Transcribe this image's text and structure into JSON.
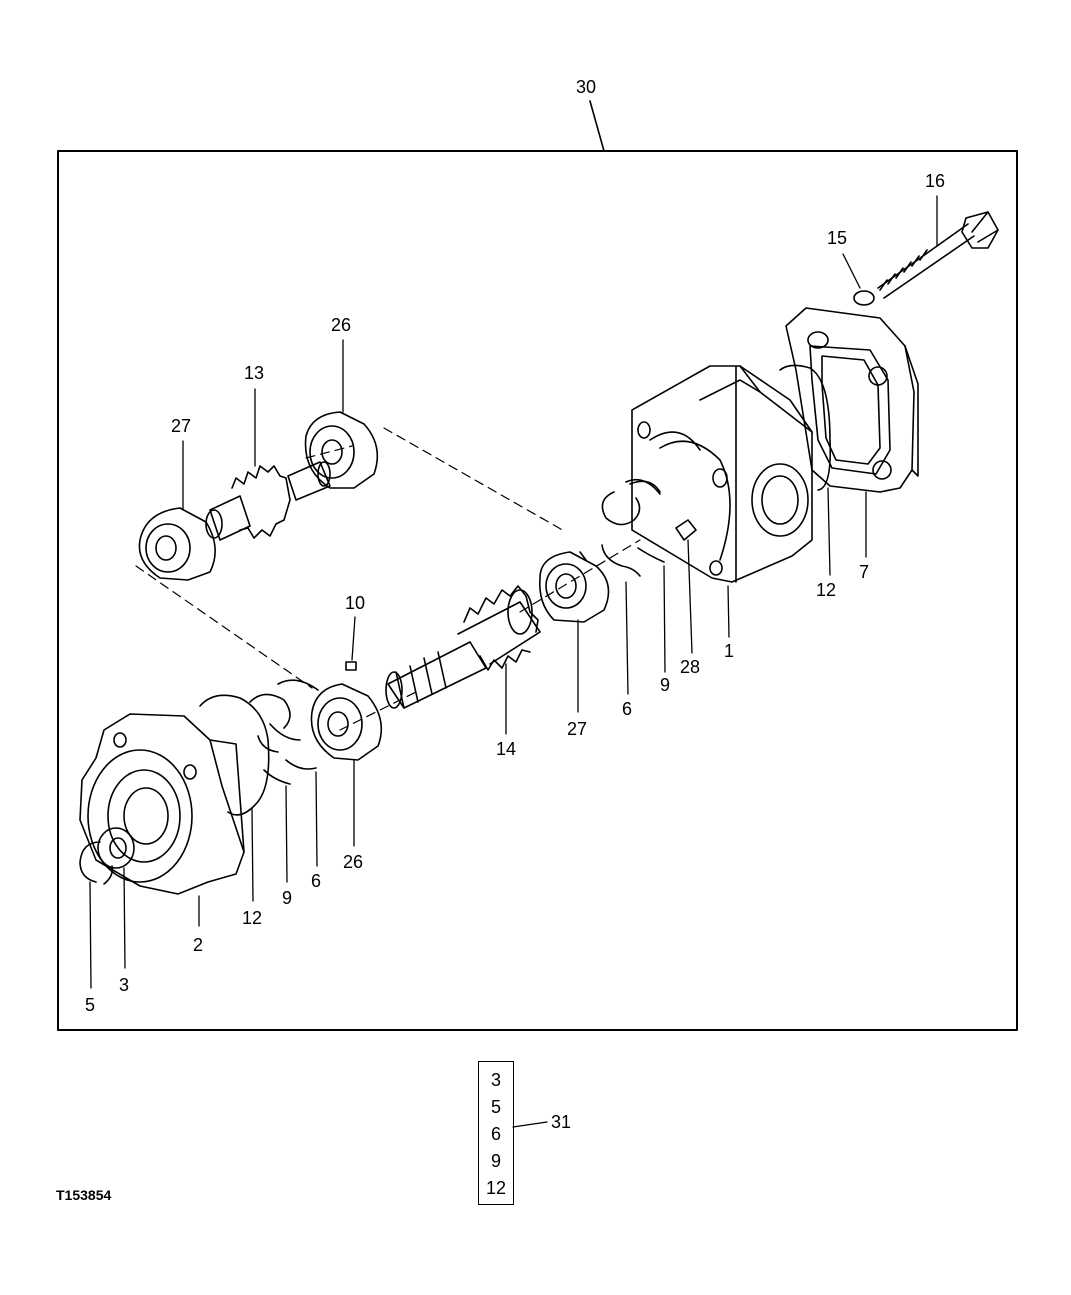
{
  "figure_id": "T153854",
  "assembly_callout": "30",
  "kit_callout": "31",
  "kit_items": [
    "3",
    "5",
    "6",
    "9",
    "12"
  ],
  "callouts": {
    "c16": "16",
    "c15": "15",
    "c26a": "26",
    "c13": "13",
    "c27a": "27",
    "c10": "10",
    "c12a": "12",
    "c7": "7",
    "c28": "28",
    "c9a": "9",
    "c1": "1",
    "c6a": "6",
    "c27b": "27",
    "c14": "14",
    "c26b": "26",
    "c6b": "6",
    "c9b": "9",
    "c12b": "12",
    "c2": "2",
    "c3": "3",
    "c5": "5"
  }
}
